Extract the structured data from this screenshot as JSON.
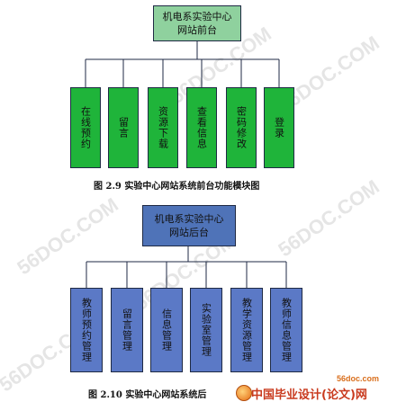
{
  "diagram1": {
    "root": {
      "line1": "机电系实验中心",
      "line2": "网站前台"
    },
    "leaves": [
      "在线预约",
      "留言",
      "资源下载",
      "查看信息",
      "密码修改",
      "登录"
    ],
    "caption": "图 2.9  实验中心网站系统前台功能模块图"
  },
  "diagram2": {
    "root": {
      "line1": "机电系实验中心",
      "line2": "网站后台"
    },
    "leaves": [
      "教师预约管理",
      "留言管理",
      "信息管理",
      "实验室管理",
      "教学资源管理",
      "教师信息管理"
    ],
    "caption": "图 2.10  实验中心网站系统后"
  },
  "watermark": "56DOC.COM",
  "site_url": "56doc.com",
  "footer_text": "中国毕业设计(论文)网",
  "colors": {
    "green_root": "#8fd19e",
    "green_leaf": "#1fb43a",
    "blue_root": "#4f73b8",
    "blue_leaf": "#5b79c6",
    "line": "#1f2a44"
  }
}
